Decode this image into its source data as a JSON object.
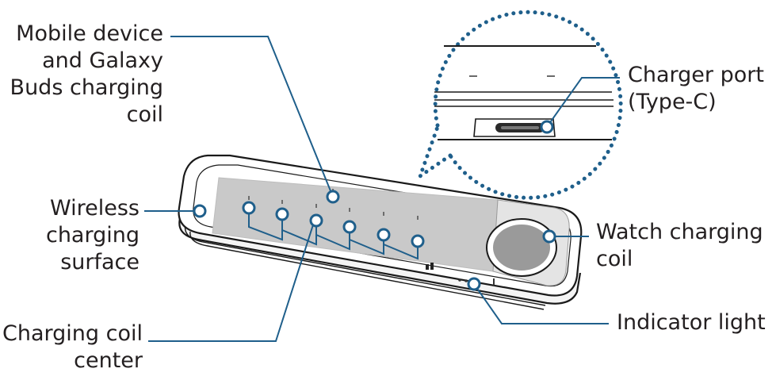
{
  "colors": {
    "callout_line": "#1f5f8b",
    "device_outline": "#1a1a1a",
    "charging_area": "#c9c9c9",
    "coil_pad": "#9a9a9a",
    "text": "#231f20"
  },
  "labels": {
    "mobile_coil": [
      "Mobile device",
      "and Galaxy",
      "Buds charging",
      "coil"
    ],
    "wireless_surface": [
      "Wireless",
      "charging",
      "surface"
    ],
    "coil_center": [
      "Charging coil",
      "center"
    ],
    "charger_port": [
      "Charger port",
      "(Type-C)"
    ],
    "watch_coil": [
      "Watch charging",
      "coil"
    ],
    "indicator": [
      "Indicator light"
    ]
  }
}
